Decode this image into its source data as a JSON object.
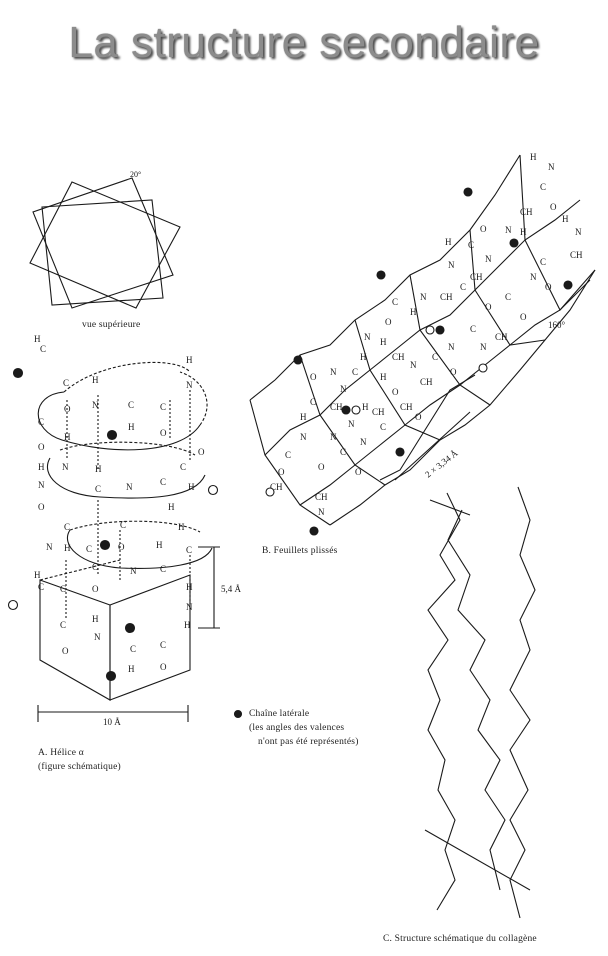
{
  "page": {
    "title": "La structure secondaire"
  },
  "top_view": {
    "caption": "vue supérieure",
    "angle_label": "20°"
  },
  "helix": {
    "caption_line1": "A. Hélice α",
    "caption_line2": "(figure schématique)",
    "pitch_label": "5,4 Å",
    "width_label": "10 Å"
  },
  "sheet": {
    "caption": "B. Feuillets plissés",
    "spacing_label": "2 × 3,34 Å",
    "angle_label": "160°"
  },
  "legend": {
    "line1": "Chaîne latérale",
    "line2": "(les angles des valences",
    "line3": "n'ont pas été représentés)"
  },
  "collagen": {
    "caption": "C. Structure schématique du collagène"
  },
  "colors": {
    "title": "#8c8c8c",
    "ink": "#1a1a1a",
    "background": "#ffffff"
  }
}
